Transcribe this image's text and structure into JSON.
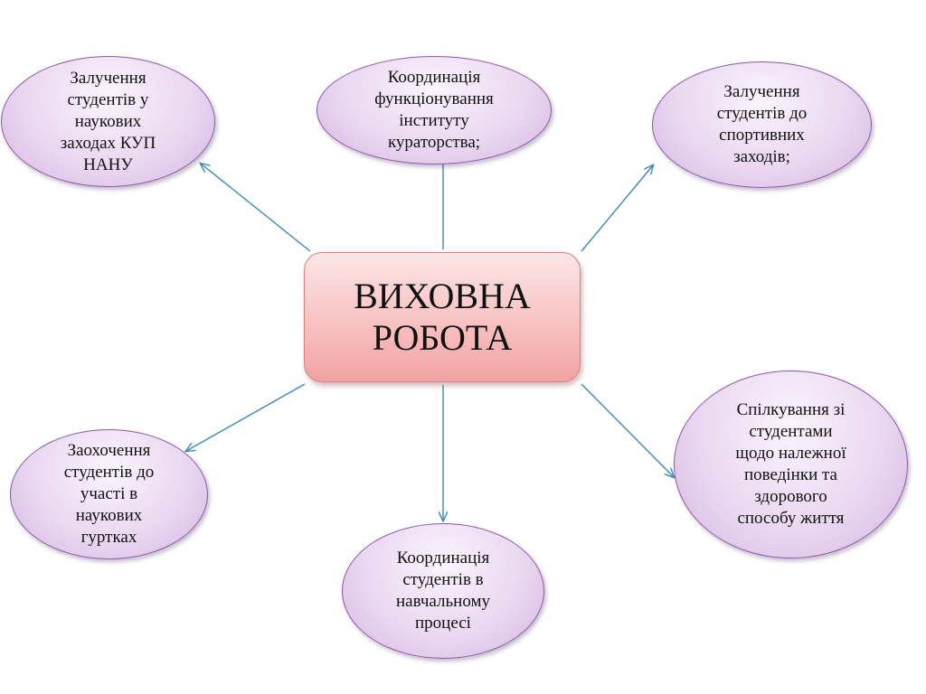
{
  "diagram": {
    "center": {
      "label": "ВИХОВНА\nРОБОТА"
    },
    "nodes": [
      {
        "id": "top-left",
        "label": "Залучення\nстудентів у\nнаукових\nзаходах КУП\nНАНУ"
      },
      {
        "id": "top",
        "label": "Координація\nфункціонування\nінституту\nкураторства;"
      },
      {
        "id": "top-right",
        "label": "Залучення\nстудентів до\nспортивних\nзаходів;"
      },
      {
        "id": "bottom-left",
        "label": "Заохочення\nстудентів до\nучасті в\nнаукових\nгуртках"
      },
      {
        "id": "bottom",
        "label": "Координація\nстудентів в\nнавчальному\nпроцесі"
      },
      {
        "id": "bottom-right",
        "label": "Спілкування зі\nстудентами\nщодо належної\nповедінки та\nздорового\nспособу життя"
      }
    ],
    "colors": {
      "node_fill": "#ead8f1",
      "node_border": "#8a5aa8",
      "center_fill": "#f9c8c8",
      "center_border": "#d98080",
      "arrow": "#3c8ab4"
    }
  }
}
